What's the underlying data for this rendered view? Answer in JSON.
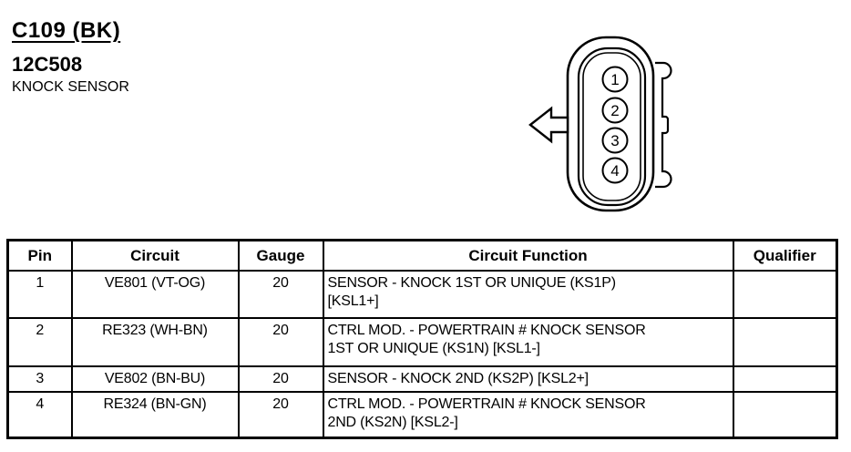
{
  "header": {
    "connector_id": "C109 (BK)",
    "part_number": "12C508",
    "description": "KNOCK SENSOR"
  },
  "connector": {
    "pins": [
      "1",
      "2",
      "3",
      "4"
    ],
    "arrow_icon": "left-arrow",
    "line_color": "#000000"
  },
  "table": {
    "columns": [
      "Pin",
      "Circuit",
      "Gauge",
      "Circuit Function",
      "Qualifier"
    ],
    "rows": [
      {
        "pin": "1",
        "circuit": "VE801 (VT-OG)",
        "gauge": "20",
        "function_lines": [
          "SENSOR - KNOCK 1ST OR UNIQUE (KS1P)",
          "[KSL1+]"
        ],
        "qualifier": ""
      },
      {
        "pin": "2",
        "circuit": "RE323 (WH-BN)",
        "gauge": "20",
        "function_lines": [
          "CTRL MOD. - POWERTRAIN # KNOCK SENSOR",
          "1ST OR UNIQUE (KS1N) [KSL1-]"
        ],
        "qualifier": ""
      },
      {
        "pin": "3",
        "circuit": "VE802 (BN-BU)",
        "gauge": "20",
        "function_lines": [
          "SENSOR - KNOCK 2ND (KS2P) [KSL2+]"
        ],
        "qualifier": ""
      },
      {
        "pin": "4",
        "circuit": "RE324 (BN-GN)",
        "gauge": "20",
        "function_lines": [
          "CTRL MOD. - POWERTRAIN # KNOCK SENSOR",
          "2ND (KS2N) [KSL2-]"
        ],
        "qualifier": ""
      }
    ]
  }
}
